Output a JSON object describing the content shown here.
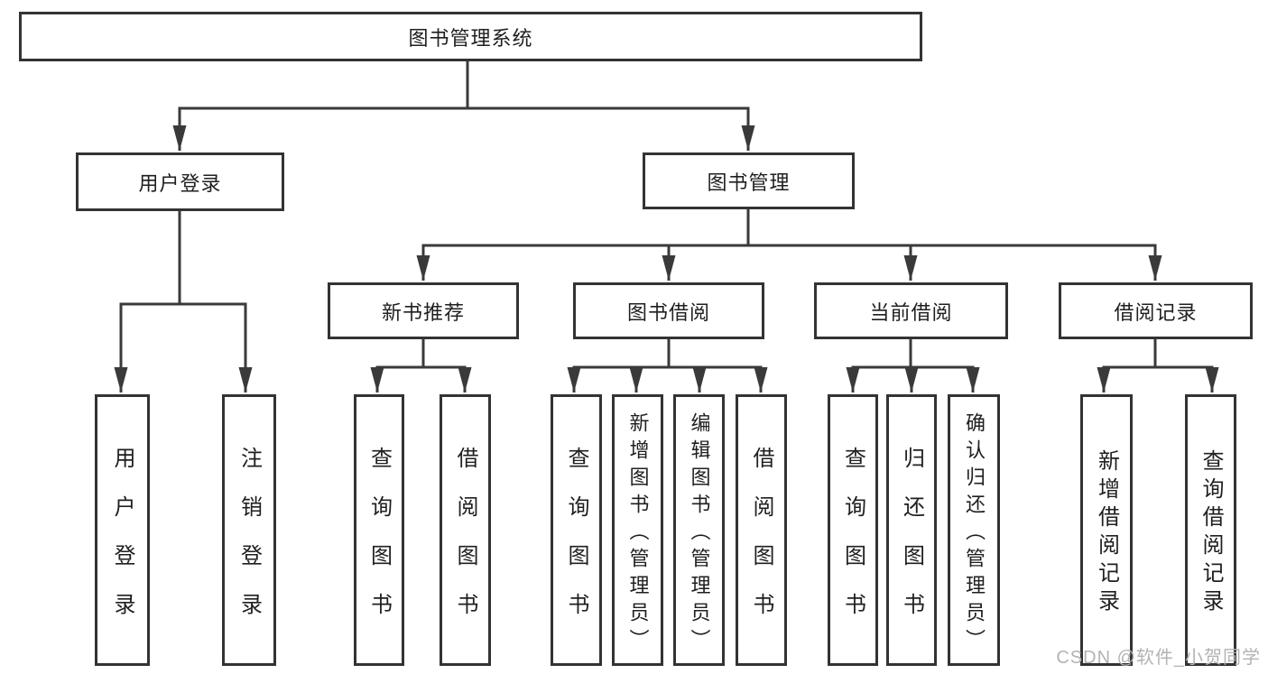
{
  "diagram_type": "hierarchy-tree",
  "tree": {
    "label": "图书管理系统",
    "children": [
      {
        "label": "用户登录",
        "children": [
          {
            "label": "用户登录"
          },
          {
            "label": "注销登录"
          }
        ]
      },
      {
        "label": "图书管理",
        "children": [
          {
            "label": "新书推荐",
            "children": [
              {
                "label": "查询图书"
              },
              {
                "label": "借阅图书"
              }
            ]
          },
          {
            "label": "图书借阅",
            "children": [
              {
                "label": "查询图书"
              },
              {
                "label": "新增图书（管理员）"
              },
              {
                "label": "编辑图书（管理员）"
              },
              {
                "label": "借阅图书"
              }
            ]
          },
          {
            "label": "当前借阅",
            "children": [
              {
                "label": "查询图书"
              },
              {
                "label": "归还图书"
              },
              {
                "label": "确认归还（管理员）"
              }
            ]
          },
          {
            "label": "借阅记录",
            "children": [
              {
                "label": "新增借阅记录"
              },
              {
                "label": "查询借阅记录"
              }
            ]
          }
        ]
      }
    ]
  },
  "watermark": {
    "text": "CSDN @软件_小贺同学"
  },
  "colors": {
    "background": "#ffffff",
    "box_border": "#333333",
    "connector_line": "#3a3a3a",
    "text": "#1f1f1f",
    "watermark_text": "#b3b3b3"
  }
}
